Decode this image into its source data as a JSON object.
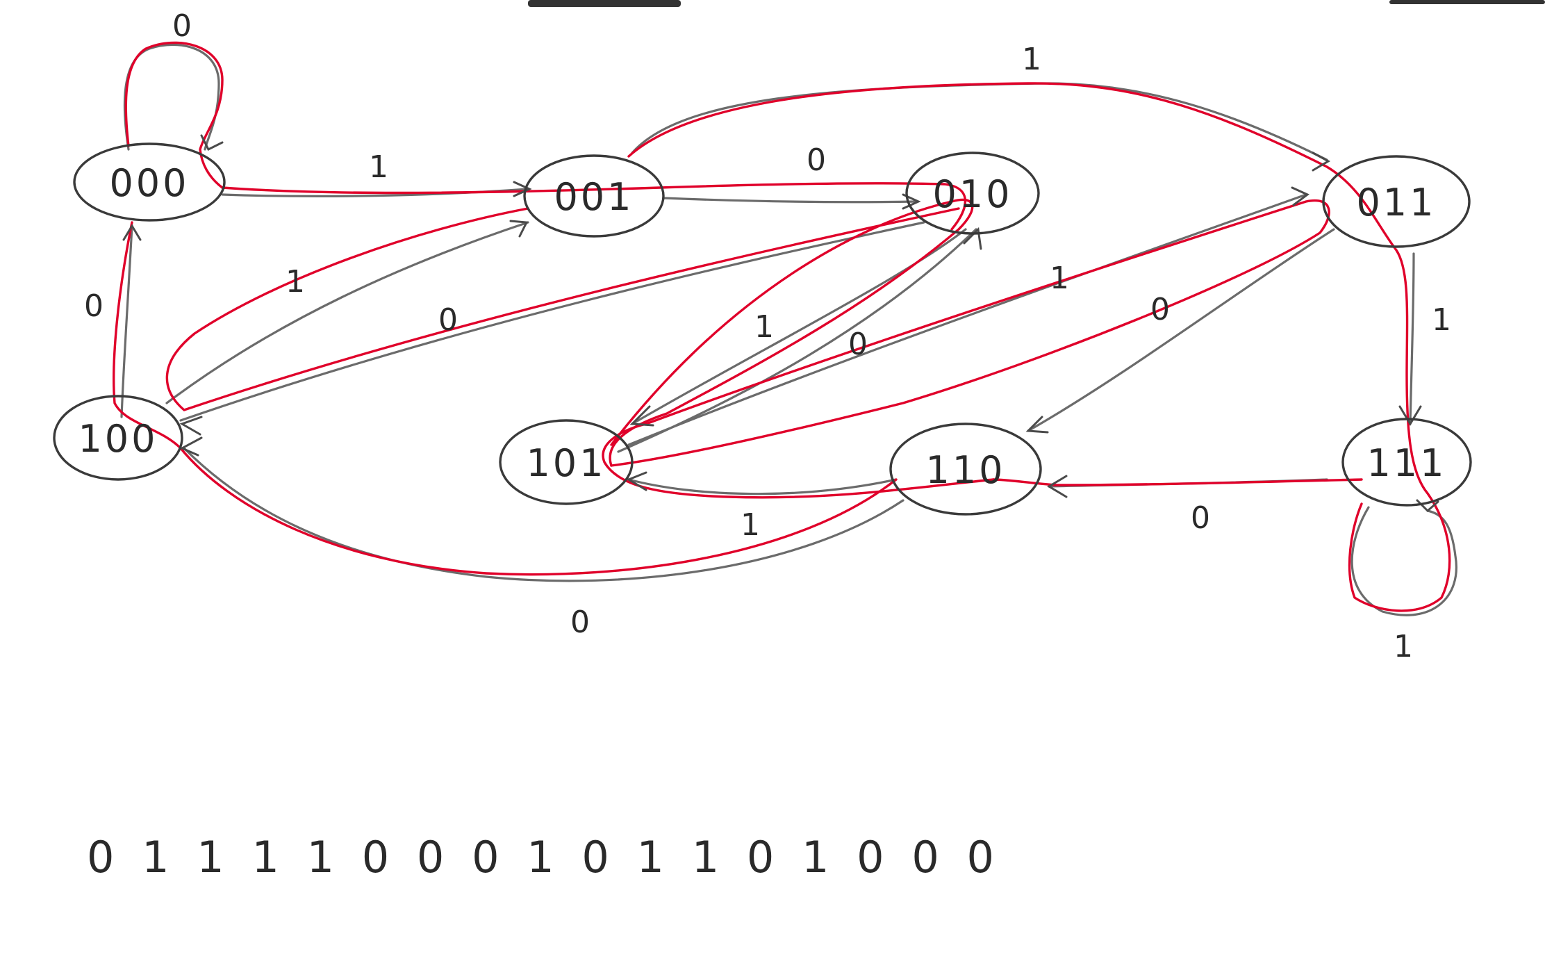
{
  "diagram": {
    "states": [
      {
        "id": "s000",
        "label": "000"
      },
      {
        "id": "s001",
        "label": "001"
      },
      {
        "id": "s010",
        "label": "010"
      },
      {
        "id": "s011",
        "label": "011"
      },
      {
        "id": "s100",
        "label": "100"
      },
      {
        "id": "s101",
        "label": "101"
      },
      {
        "id": "s110",
        "label": "110"
      },
      {
        "id": "s111",
        "label": "111"
      }
    ],
    "transitions": [
      {
        "from": "000",
        "to": "000",
        "label": "0"
      },
      {
        "from": "000",
        "to": "001",
        "label": "1"
      },
      {
        "from": "001",
        "to": "010",
        "label": "0"
      },
      {
        "from": "001",
        "to": "011",
        "label": "1"
      },
      {
        "from": "010",
        "to": "100",
        "label": "0"
      },
      {
        "from": "010",
        "to": "101",
        "label": "1"
      },
      {
        "from": "011",
        "to": "110",
        "label": "0"
      },
      {
        "from": "011",
        "to": "111",
        "label": "1"
      },
      {
        "from": "100",
        "to": "000",
        "label": "0"
      },
      {
        "from": "100",
        "to": "001",
        "label": "1"
      },
      {
        "from": "101",
        "to": "010",
        "label": "0"
      },
      {
        "from": "101",
        "to": "011",
        "label": "1"
      },
      {
        "from": "110",
        "to": "100",
        "label": "0"
      },
      {
        "from": "110",
        "to": "101",
        "label": "1"
      },
      {
        "from": "111",
        "to": "110",
        "label": "0"
      },
      {
        "from": "111",
        "to": "111",
        "label": "1"
      }
    ]
  },
  "sequence": "0 1 1 1 1 0 0 0 1 0 1 1 0 1 0 0 0",
  "colors": {
    "pencil": "#6b6b6b",
    "highlight": "#e0002a",
    "paper": "#ffffff"
  }
}
